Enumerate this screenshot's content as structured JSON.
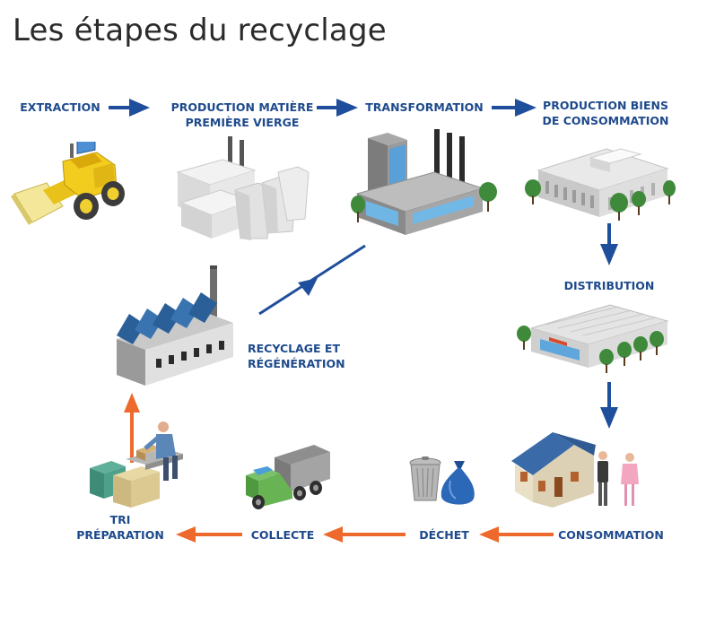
{
  "title": "Les étapes du recyclage",
  "colors": {
    "label": "#1e4a8c",
    "forward_arrow": "#1f4e9c",
    "return_arrow": "#ee6a2c"
  },
  "steps": [
    {
      "id": "extraction",
      "label": "EXTRACTION",
      "icon": "bulldozer-icon"
    },
    {
      "id": "production-matiere",
      "label": "PRODUCTION MATIÈRE\nPREMIÈRE VIERGE",
      "icon": "raw-material-plant-icon"
    },
    {
      "id": "transformation",
      "label": "TRANSFORMATION",
      "icon": "factory-icon"
    },
    {
      "id": "production-biens",
      "label": "PRODUCTION BIENS\nDE CONSOMMATION",
      "icon": "industrial-building-icon"
    },
    {
      "id": "distribution",
      "label": "DISTRIBUTION",
      "icon": "warehouse-store-icon"
    },
    {
      "id": "consommation",
      "label": "CONSOMMATION",
      "icon": "house-family-icon"
    },
    {
      "id": "dechet",
      "label": "DÉCHET",
      "icon": "trash-bag-icon"
    },
    {
      "id": "collecte",
      "label": "COLLECTE",
      "icon": "garbage-truck-icon"
    },
    {
      "id": "tri",
      "label": "TRI\nPRÉPARATION",
      "icon": "sorting-worker-icon"
    },
    {
      "id": "recyclage",
      "label": "RECYCLAGE ET\nRÉGÉNÉRATION",
      "icon": "recycling-factory-icon"
    }
  ]
}
